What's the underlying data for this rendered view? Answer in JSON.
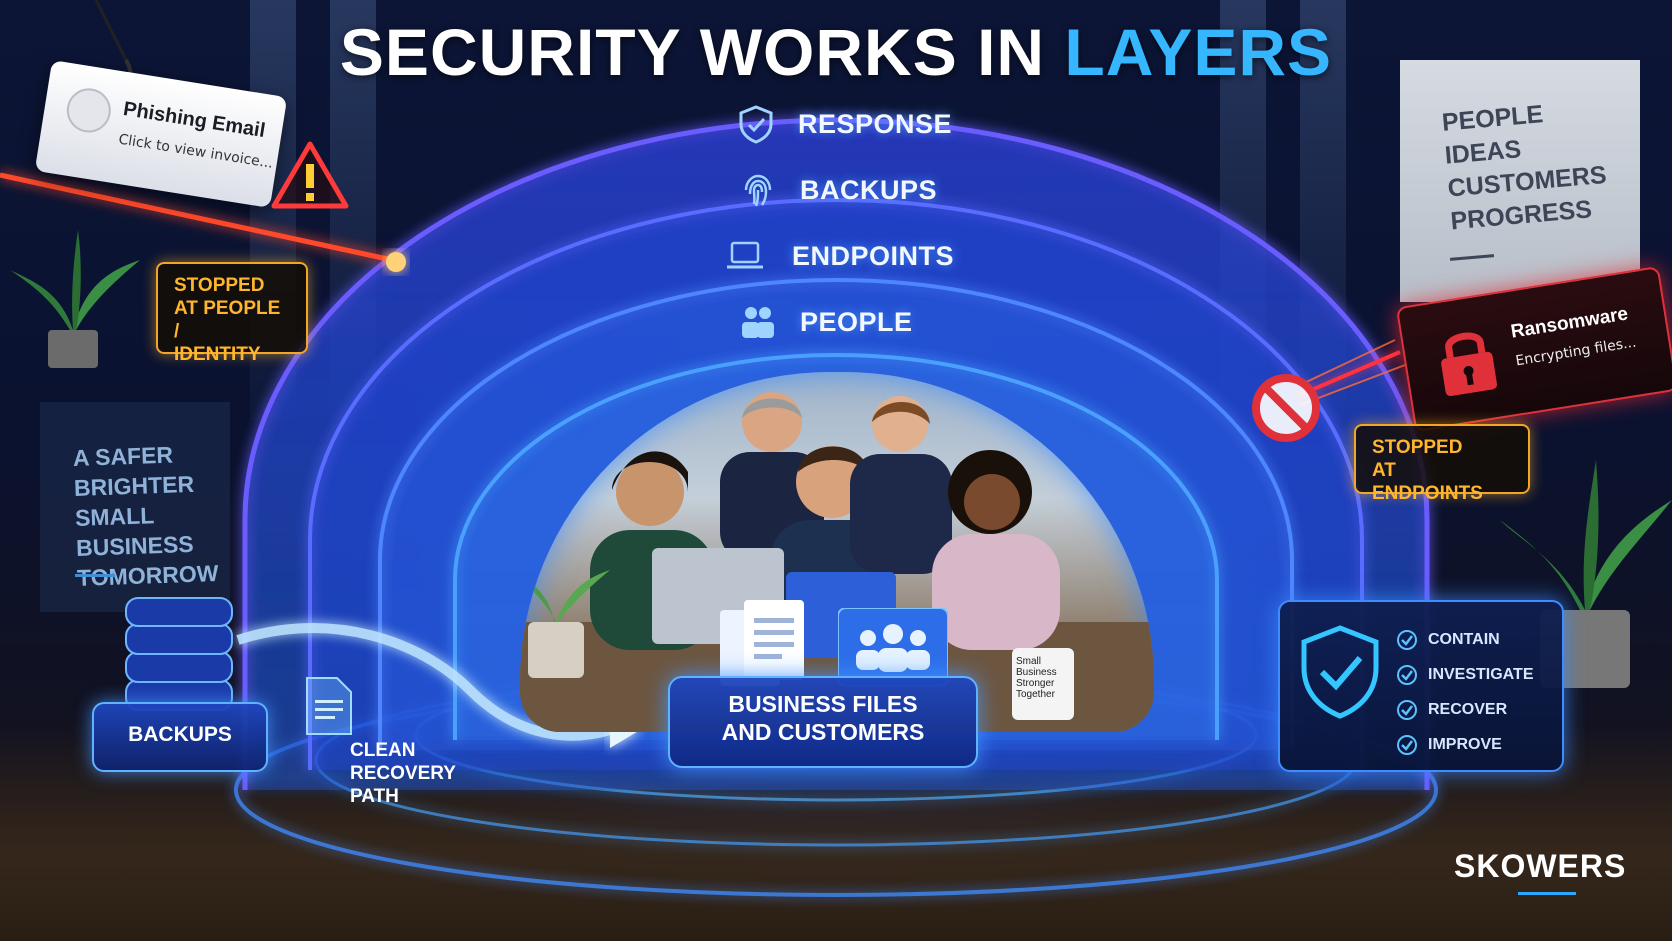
{
  "title": {
    "main": "SECURITY WORKS IN",
    "accent": "LAYERS"
  },
  "layers": [
    {
      "label": "RESPONSE",
      "icon": "shield-icon"
    },
    {
      "label": "BACKUPS",
      "icon": "fingerprint-icon"
    },
    {
      "label": "ENDPOINTS",
      "icon": "laptop-icon"
    },
    {
      "label": "PEOPLE",
      "icon": "people-icon"
    }
  ],
  "core": {
    "line1": "BUSINESS FILES",
    "line2": "AND CUSTOMERS"
  },
  "threats": {
    "phishing": {
      "title": "Phishing Email",
      "subtitle": "Click to view invoice...",
      "stopped": {
        "line1": "STOPPED",
        "line2": "AT PEOPLE /",
        "line3": "IDENTITY"
      }
    },
    "ransomware": {
      "title": "Ransomware",
      "subtitle": "Encrypting files...",
      "stopped": {
        "line1": "STOPPED",
        "line2": "AT ENDPOINTS"
      }
    }
  },
  "backups": {
    "label": "BACKUPS",
    "path": {
      "line1": "CLEAN",
      "line2": "RECOVERY",
      "line3": "PATH"
    }
  },
  "response_steps": [
    "CONTAIN",
    "INVESTIGATE",
    "RECOVER",
    "IMPROVE"
  ],
  "wall_left": [
    "A SAFER",
    "BRIGHTER",
    "SMALL BUSINESS",
    "TOMORROW"
  ],
  "wall_right": [
    "PEOPLE",
    "IDEAS",
    "CUSTOMERS",
    "PROGRESS"
  ],
  "mug": [
    "Small",
    "Business",
    "Stronger",
    "Together"
  ],
  "brand": "SKOWERS",
  "colors": {
    "accent": "#35b6ff",
    "glow": "#3f8cff",
    "warning": "#f2a623",
    "danger": "#e0313a"
  }
}
